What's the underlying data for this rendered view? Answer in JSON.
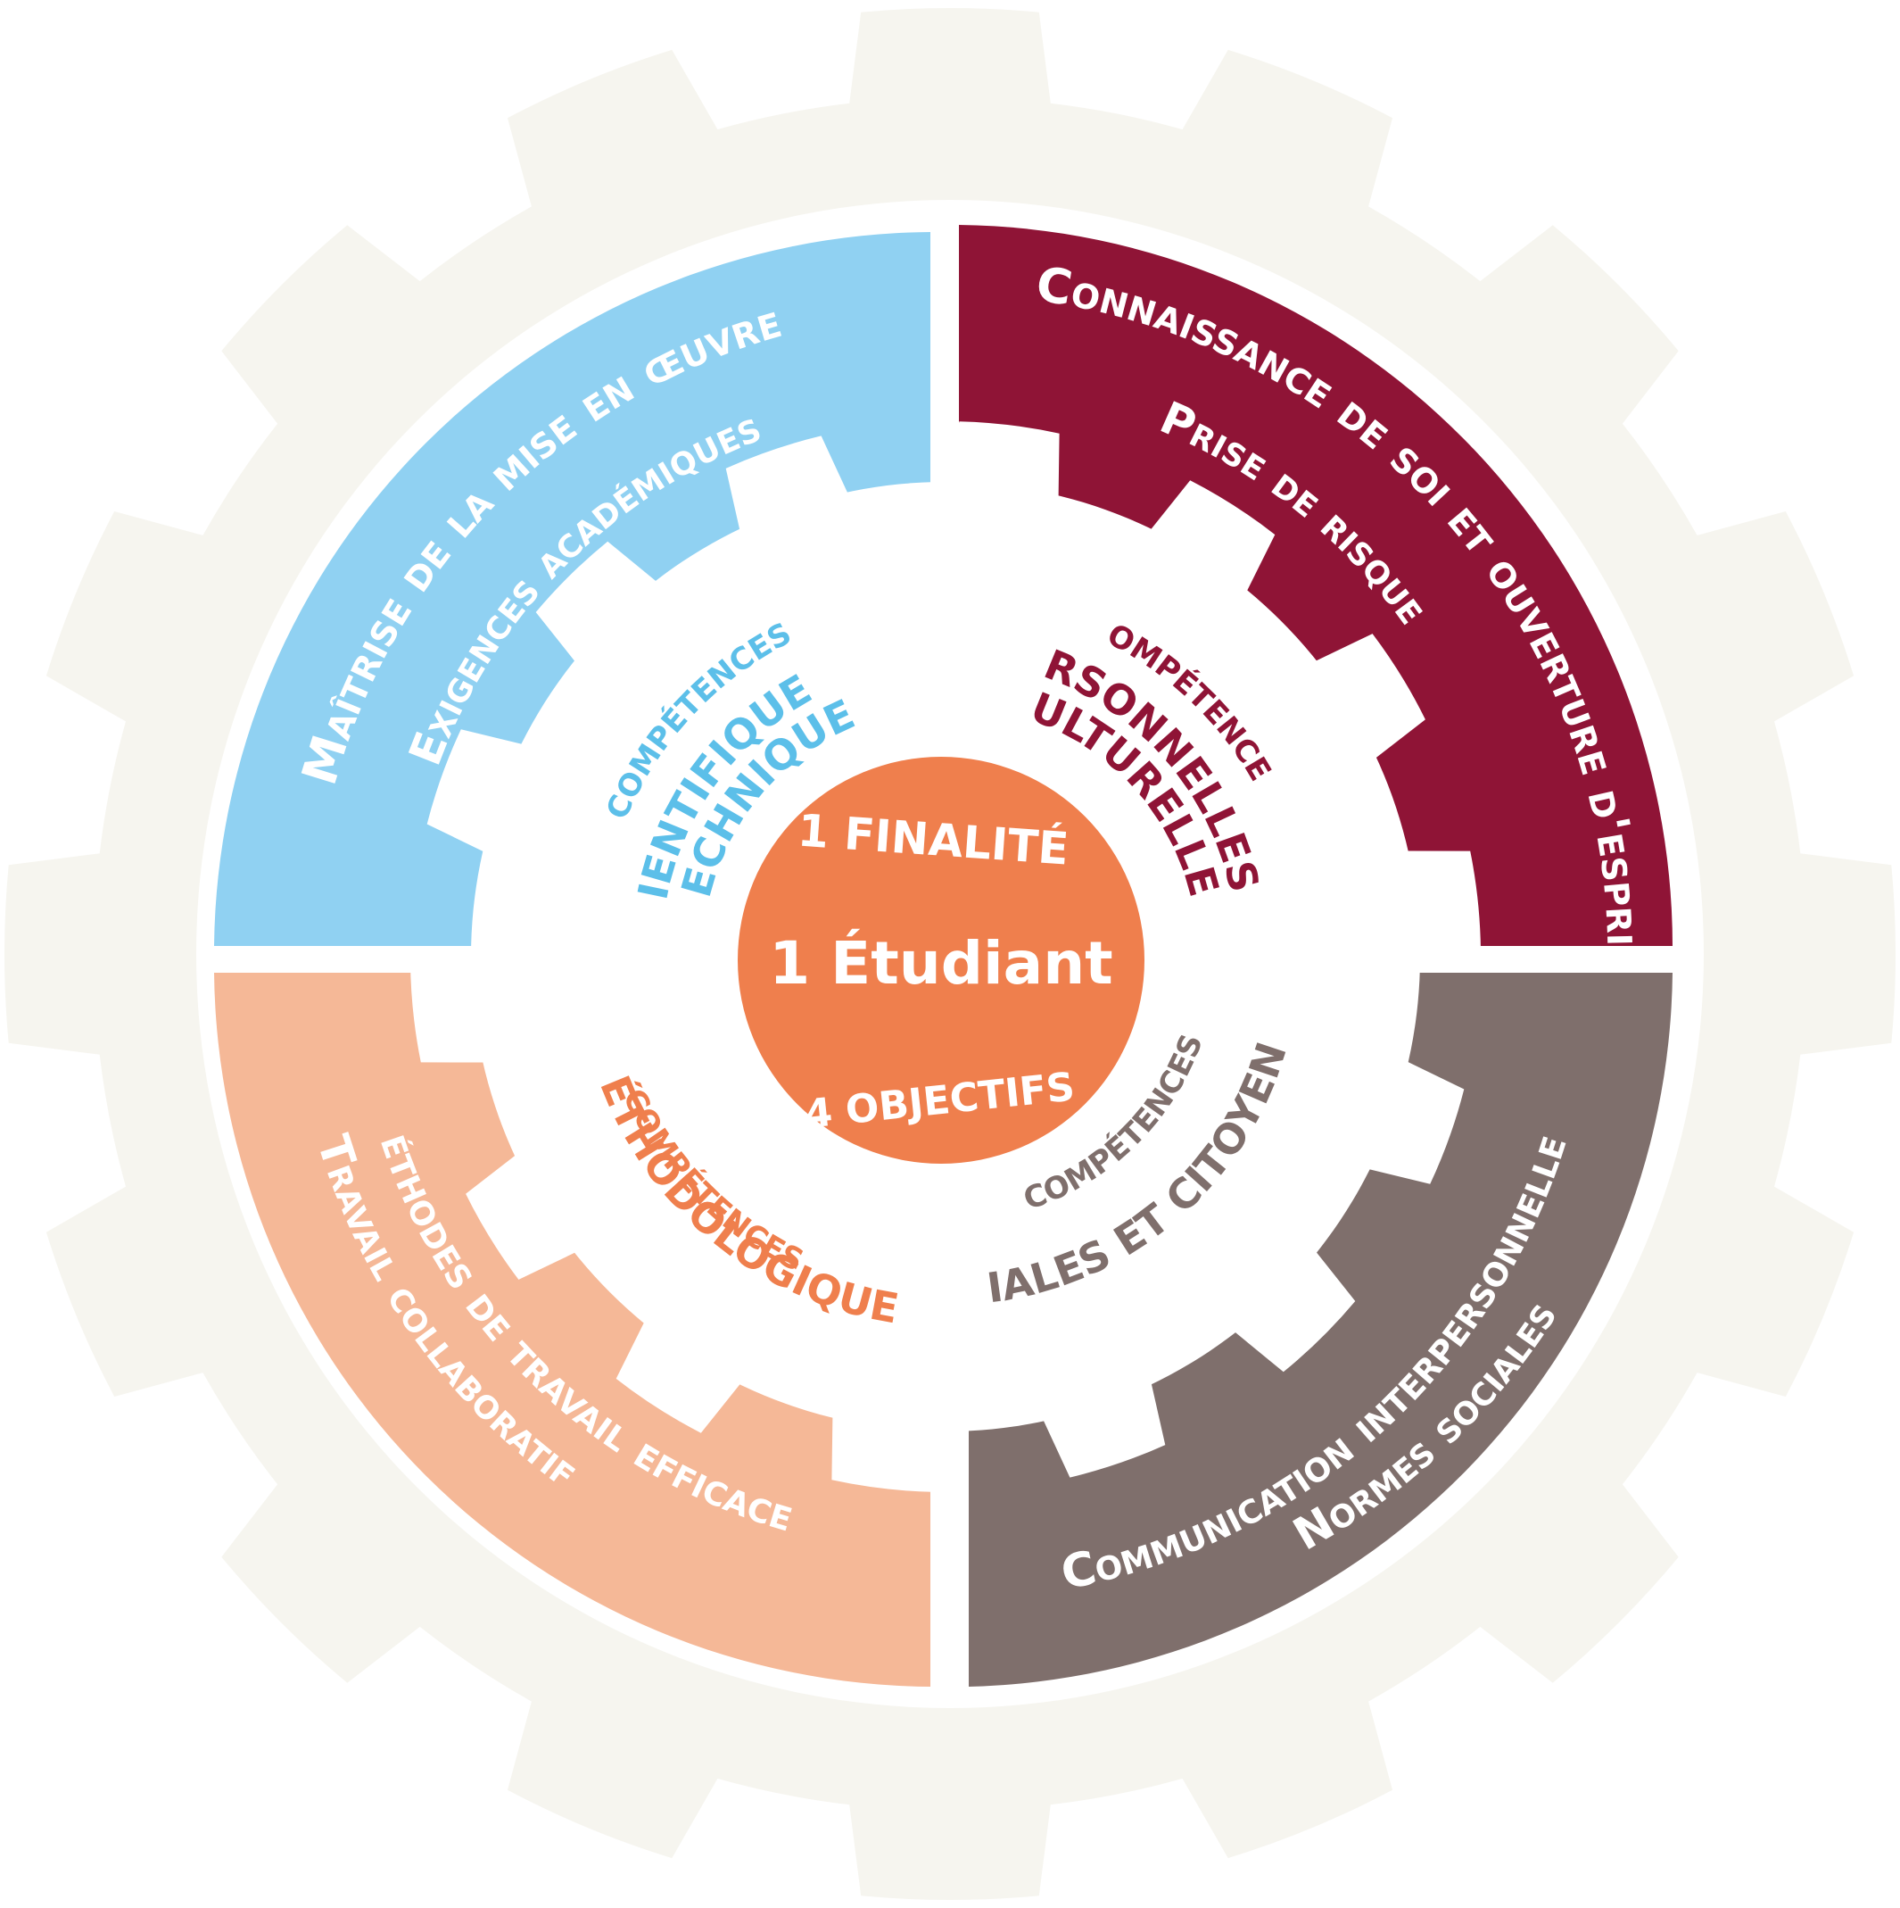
{
  "center": {
    "finalite": "1 FINALITÉ",
    "etudiant": "1 Étudiant",
    "objectifs": "4 OBJECTIFS"
  },
  "quadrants": {
    "scientifiques": {
      "outer_line1": "Maîtrise de la mise en œuvre",
      "outer_line2": "Exigences académiques",
      "inner_small": "COMPÉTENCES",
      "inner_line1": "SCIENTIFIQUES &",
      "inner_line2": "TECHNIQUES"
    },
    "personnelles": {
      "outer_line1": "Connaissance de soi et ouverture d'esprit",
      "outer_line2": "Prise de risque",
      "inner_small": "COMPÉTENCES",
      "inner_line1": "PERSONNELLES &",
      "inner_line2": "CULTURELLES"
    },
    "methodologiques": {
      "outer_line1": "Méthodes de travail efficaces",
      "outer_line2": "Travail collaboratif",
      "inner_small": "COMPÉTENCES",
      "inner_line1": "MÉTHODOLOGIQUES"
    },
    "sociales": {
      "outer_line1": "Communication interpersonnelle",
      "outer_line2": "Normes sociales",
      "inner_small": "COMPÉTENCES",
      "inner_line1": "SOCIALES ET CITOYENNES"
    }
  },
  "colors": {
    "background_gear": "#f6f5ef",
    "ring_white": "#ffffff",
    "scientifiques": "#90d1f2",
    "personnelles": "#8f1436",
    "methodologiques": "#f5b897",
    "sociales": "#7f6f6c",
    "center": "#ef7f4d",
    "text_light": "#ffffff",
    "text_scientifiques": "#5cbfe9",
    "text_personnelles": "#8f1436",
    "text_methodologiques": "#ef7f4d",
    "text_sociales": "#7f6f6c"
  }
}
